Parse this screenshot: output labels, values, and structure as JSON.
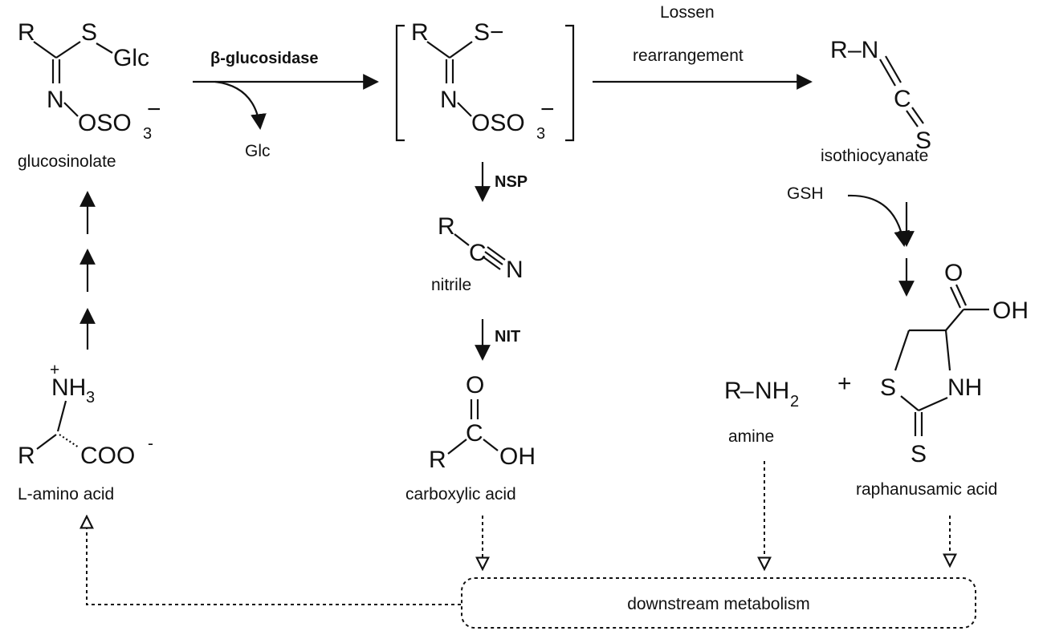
{
  "atoms": {
    "R": "R",
    "S": "S",
    "S_minus": "S−",
    "N": "N",
    "C": "C",
    "O": "O",
    "OH": "OH",
    "Glc": "Glc",
    "oso": "OSO",
    "sub3": "3",
    "minus": "−",
    "dash_N": "–N",
    "coo": "COO",
    "coo_charge": "-",
    "NH3": "NH",
    "plus": "+",
    "NH2": "NH",
    "sub2": "2",
    "dash": "–",
    "NH": "NH"
  },
  "labels": {
    "glucosinolate": "glucosinolate",
    "glc_released": "Glc",
    "isothiocyanate": "isothiocyanate",
    "nitrile": "nitrile",
    "carboxylic_acid": "carboxylic acid",
    "l_amino_acid": "L-amino acid",
    "amine": "amine",
    "raphanusamic_acid": "raphanusamic acid",
    "gsh": "GSH",
    "plus_sign": "+",
    "downstream": "downstream metabolism"
  },
  "enzymes": {
    "glucosidase": "β-glucosidase",
    "lossen_1": "Lossen",
    "lossen_2": "rearrangement",
    "nsp": "NSP",
    "nit": "NIT"
  }
}
